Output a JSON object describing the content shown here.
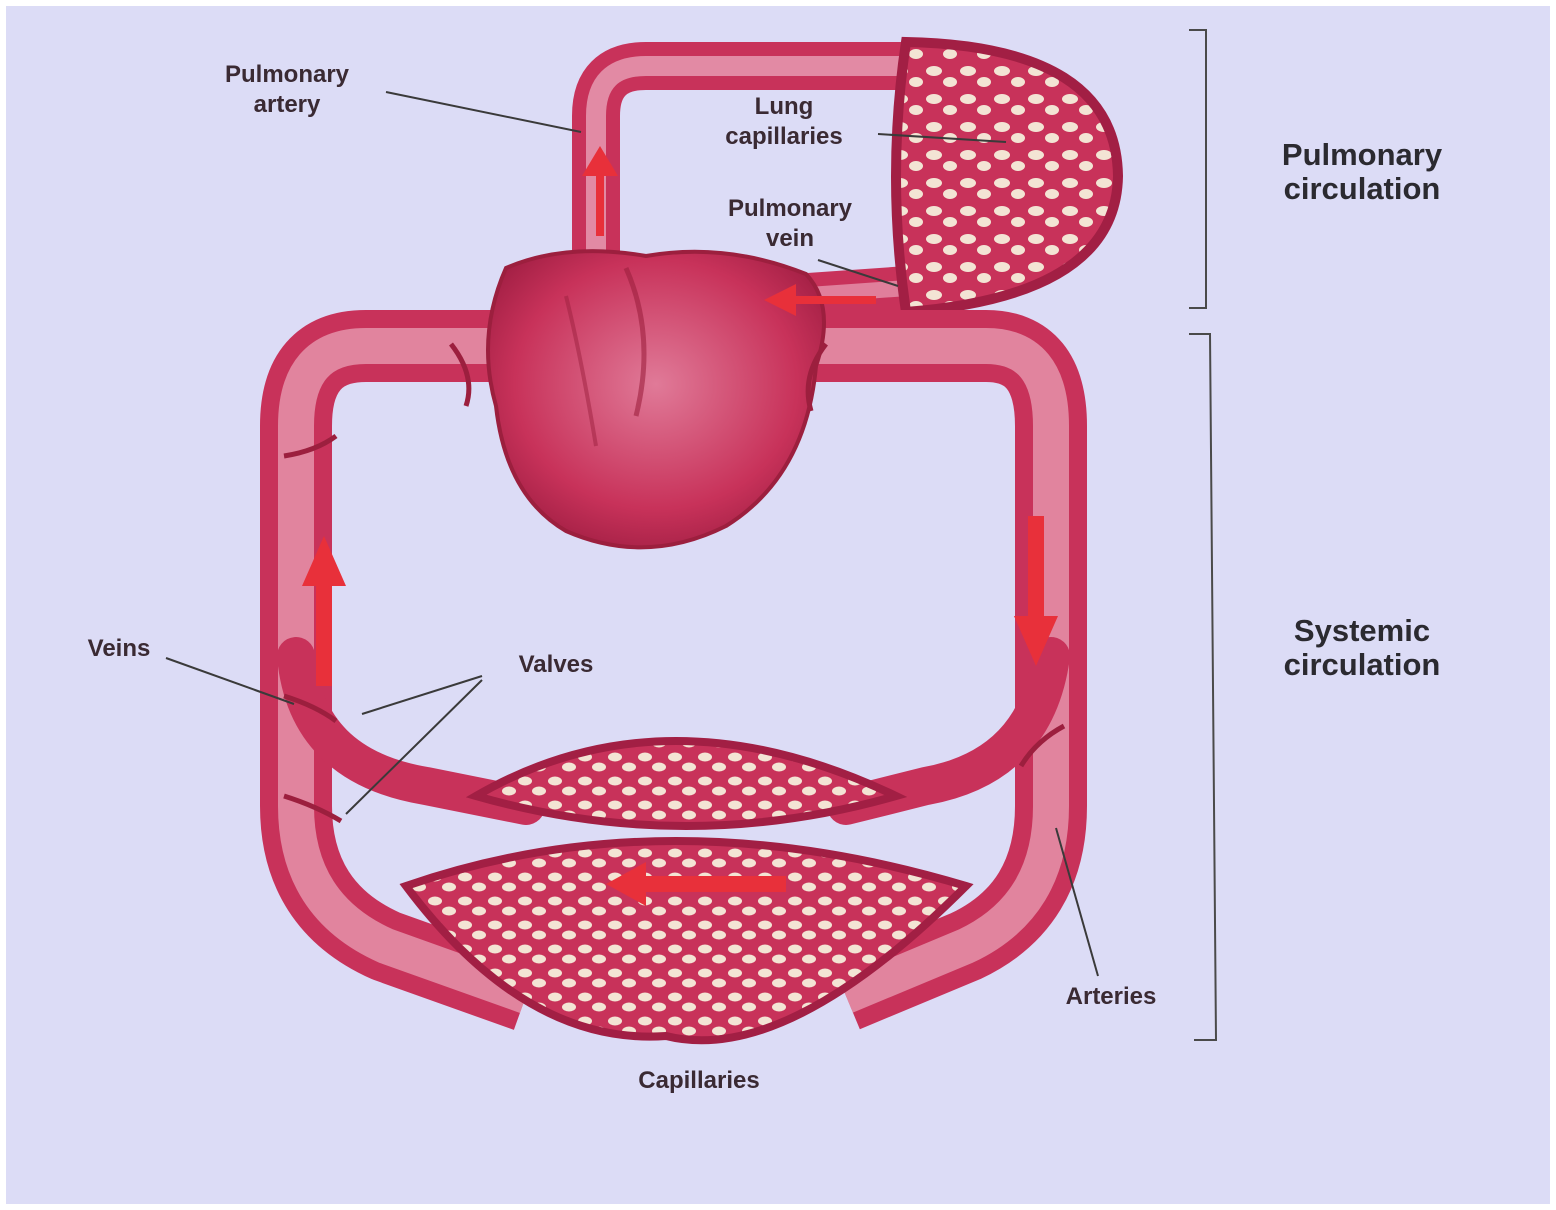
{
  "colors": {
    "background": "#dcdcf6",
    "vessel": "#c8325a",
    "vessel_light": "#e9a0b6",
    "vessel_dark": "#9c1f3e",
    "arrow": "#e8303a",
    "capillary_gap": "#f3e4d4",
    "leader_line": "#3a3a3a"
  },
  "labels": {
    "pulmonary_artery": "Pulmonary\nartery",
    "lung_capillaries": "Lung\ncapillaries",
    "pulmonary_vein": "Pulmonary\nvein",
    "veins": "Veins",
    "valves": "Valves",
    "arteries": "Arteries",
    "capillaries": "Capillaries"
  },
  "sections": {
    "pulmonary": "Pulmonary\ncirculation",
    "systemic": "Systemic\ncirculation"
  }
}
